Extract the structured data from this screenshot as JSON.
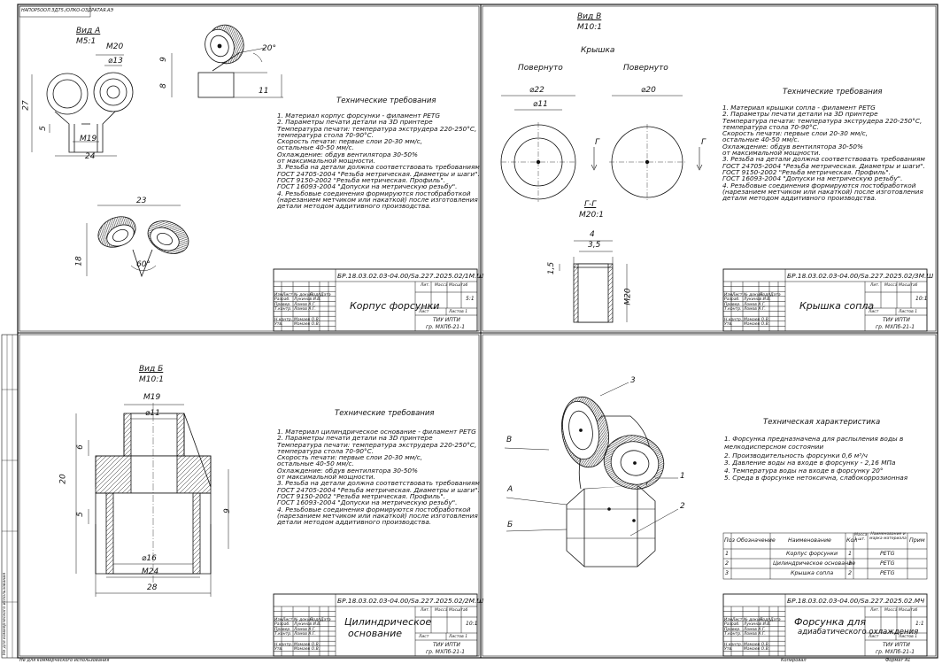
{
  "header_code": "НАПОР5ООЛ.ЗД75./ОЛКО-ОЗДРАТАЯ.АЭ",
  "q1": {
    "view_label": "Вид А",
    "view_scale": "М5:1",
    "dims": {
      "m20": "М20",
      "d13": "⌀13",
      "d27": "27",
      "d5": "5",
      "m19": "М19",
      "d24": "24",
      "d9": "9",
      "d8": "8",
      "d11": "11",
      "a20": "20°",
      "d23": "23",
      "d18": "18",
      "a60": "60°"
    },
    "req_title": "Технические требования",
    "req_lines": [
      "1. Материал корпус форсунки - филамент PETG",
      "2. Параметры печати детали на 3D принтере",
      "Температура печати: температура экструдера 220-250°С,",
      "температура стола 70-90°С.",
      "Скорость печати: первые слои 20-30 мм/с,",
      "остальные 40-50 мм/с.",
      "Охлаждение: обдув вентилятора 30-50%",
      "от максимальной мощности.",
      "3. Резьба на детали должна соответствовать требованиям",
      "ГОСТ 24705-2004 \"Резьба метрическая. Диаметры и шаги\".",
      "ГОСТ 9150-2002 \"Резьба метрическая. Профиль\".",
      "ГОСТ 16093-2004 \"Допуски на метрическую резьбу\".",
      "4. Резьбовые соединения формируются постобработкой",
      "(нарезанием метчиком или накаткой) после изготовления",
      "детали методом аддитивного производства."
    ],
    "stamp": {
      "code": "БР.18.03.02.03-04.00/Sa.227.2025.02/1М.Ш",
      "name": "Корпус форсунки",
      "scale": "5:1",
      "group": "ТИУ ИПТИ",
      "group2": "гр. МХПб-21-1"
    }
  },
  "q2": {
    "view_label": "Вид В",
    "view_scale": "М10:1",
    "part_label": "Крышка",
    "rot1": "Повернуто",
    "rot2": "Повернуто",
    "dims": {
      "d22": "⌀22",
      "d11": "⌀11",
      "d20": "⌀20",
      "g1": "Г",
      "g2": "Г",
      "section": "Г-Г",
      "section_scale": "М20:1",
      "d4": "4",
      "d35": "3,5",
      "d15": "1,5",
      "m20": "М20"
    },
    "req_title": "Технические требования",
    "req_lines": [
      "1. Материал крышки сопла - филамент PETG",
      "2. Параметры печати детали на 3D принтере",
      "Температура печати: температура экструдера 220-250°С,",
      "температура стола 70-90°С.",
      "Скорость печати: первые слои 20-30 мм/с,",
      "остальные 40-50 мм/с.",
      "Охлаждение: обдув вентилятора 30-50%",
      "от максимальной мощности.",
      "3. Резьба на детали должна соответствовать требованиям",
      "ГОСТ 24705-2004 \"Резьба метрическая. Диаметры и шаги\".",
      "ГОСТ 9150-2002 \"Резьба метрическая. Профиль\".",
      "ГОСТ 16093-2004 \"Допуски на метрическую резьбу\".",
      "4. Резьбовые соединения формируются постобработкой",
      "(нарезанием метчиком или накаткой) после изготовления",
      "детали методом аддитивного производства."
    ],
    "stamp": {
      "code": "БР.18.03.02.03-04.00/Sa.227.2025.02/3М.Ш",
      "name": "Крышка сопла",
      "scale": "10:1",
      "group": "ТИУ ИПТИ",
      "group2": "гр. МХПб-21-1"
    }
  },
  "q3": {
    "view_label": "Вид Б",
    "view_scale": "М10:1",
    "dims": {
      "m19": "М19",
      "d11": "⌀11",
      "d6": "6",
      "d20": "20",
      "d5": "5",
      "d9": "9",
      "d16": "⌀16",
      "m24": "М24",
      "d28": "28"
    },
    "req_title": "Технические требования",
    "req_lines": [
      "1. Материал цилиндрическое основание - филамент PETG",
      "2. Параметры печати детали на 3D принтере",
      "Температура печати: температура экструдера 220-250°С,",
      "температура стола 70-90°С.",
      "Скорость печати: первые слои 20-30 мм/с,",
      "остальные 40-50 мм/с.",
      "Охлаждение: обдув вентилятора 30-50%",
      "от максимальной мощности.",
      "3. Резьба на детали должна соответствовать требованиям",
      "ГОСТ 24705-2004 \"Резьба метрическая. Диаметры и шаги\".",
      "ГОСТ 9150-2002 \"Резьба метрическая. Профиль\".",
      "ГОСТ 16093-2004 \"Допуски на метрическую резьбу\".",
      "4. Резьбовые соединения формируются постобработкой",
      "(нарезанием метчиком или накаткой) после изготовления",
      "детали методом аддитивного производства."
    ],
    "stamp": {
      "code": "БР.18.03.02.03-04.00/Sa.227.2025.02/2М.Ш",
      "name1": "Цилиндрическое",
      "name2": "основание",
      "scale": "10:1",
      "group": "ТИУ ИПТИ",
      "group2": "гр. МХПб-21-1"
    }
  },
  "q4": {
    "callouts": {
      "c1": "1",
      "c2": "2",
      "c3": "3",
      "a": "А",
      "b": "Б",
      "v": "В"
    },
    "char_title": "Техническая характеристика",
    "char_lines": [
      "1. Форсунка предназначена для распыления воды в",
      "мелкодисперсном состоянии",
      "2. Производительность форсунки 0,6 м³/ч",
      "3. Давление воды на входе в форсунку - 2,16 МПа",
      "4. Температура воды на входе в форсунку 20°",
      "5. Среда в форсунке нетоксична, слабокоррозионная"
    ],
    "bom_headers": [
      "Поз",
      "Обозначение",
      "Наименование",
      "Кол",
      "Масса 1 шт.",
      "Наименование и марка материала",
      "Прим"
    ],
    "bom_rows": [
      {
        "pos": "1",
        "name": "Корпус форсунки",
        "qty": "1",
        "mat": "PETG"
      },
      {
        "pos": "2",
        "name": "Цилиндрическое основание",
        "qty": "1",
        "mat": "PETG"
      },
      {
        "pos": "3",
        "name": "Крышка сопла",
        "qty": "2",
        "mat": "PETG"
      }
    ],
    "stamp": {
      "code": "БР.18.03.02.03-04.00/Sa.227.2025.02.МЧ",
      "name1": "Форсунка для",
      "name2": "адиабатического охлаждения",
      "scale": "1:1",
      "group": "ТИУ ИПТИ",
      "group2": "гр. МХПб-21-1"
    }
  },
  "stamp_labels": {
    "izm": "Изм.",
    "list": "Лист",
    "ndoc": "№ докум.",
    "podp": "Подп.",
    "data": "Дата",
    "razrab": "Разраб.",
    "prov": "Провер.",
    "tkontr": "Т.контр.",
    "nkontr": "Н.контр.",
    "utv": "Утв.",
    "lit": "Лит.",
    "massa": "Масса",
    "masht": "Масштаб",
    "listn": "Лист",
    "listov": "Листов 1",
    "author1": "Лукинов И.В.",
    "author2": "Ломов А.Г.",
    "author3": "Ломов А.Г.",
    "author4": "Мамаев О.В.",
    "author5": "Мамаев О.В."
  },
  "footer": {
    "left": "Не для коммерческого использования",
    "copied": "Копировал",
    "format": "Формат A1"
  }
}
